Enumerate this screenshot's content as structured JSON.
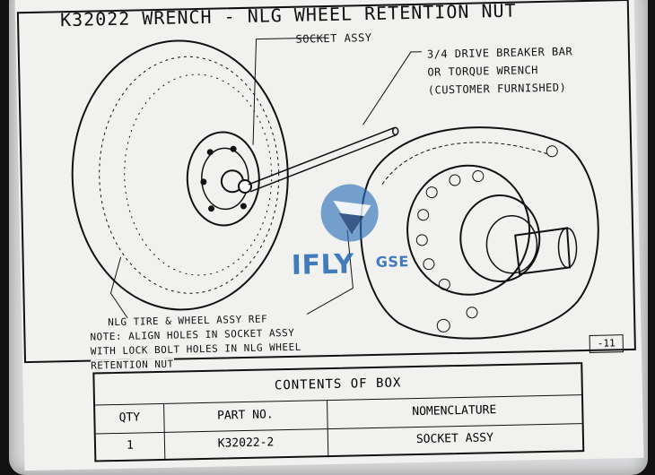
{
  "placard": {
    "title": "K32022 WRENCH - NLG WHEEL RETENTION NUT",
    "callouts": {
      "socket": "SOCKET ASSY",
      "bar_line1": "3/4 DRIVE BREAKER BAR",
      "bar_line2": "OR TORQUE WRENCH",
      "bar_line3": "(CUSTOMER FURNISHED)",
      "tire": "NLG TIRE & WHEEL ASSY REF",
      "note1": "NOTE: ALIGN HOLES IN SOCKET ASSY",
      "note2": "WITH LOCK BOLT HOLES IN NLG WHEEL",
      "note3": "RETENTION NUT",
      "ref": "-11"
    },
    "watermark": "IFLY",
    "watermark_sub": "GSE"
  },
  "table": {
    "title": "CONTENTS OF BOX",
    "headers": [
      "QTY",
      "PART NO.",
      "NOMENCLATURE"
    ],
    "rows": [
      [
        "1",
        "K32022-2",
        "SOCKET ASSY"
      ]
    ]
  },
  "colors": {
    "background": "#121212",
    "placard": "#f1f1ef",
    "ink": "#111111",
    "watermark_blue": "#2e6fb8"
  }
}
